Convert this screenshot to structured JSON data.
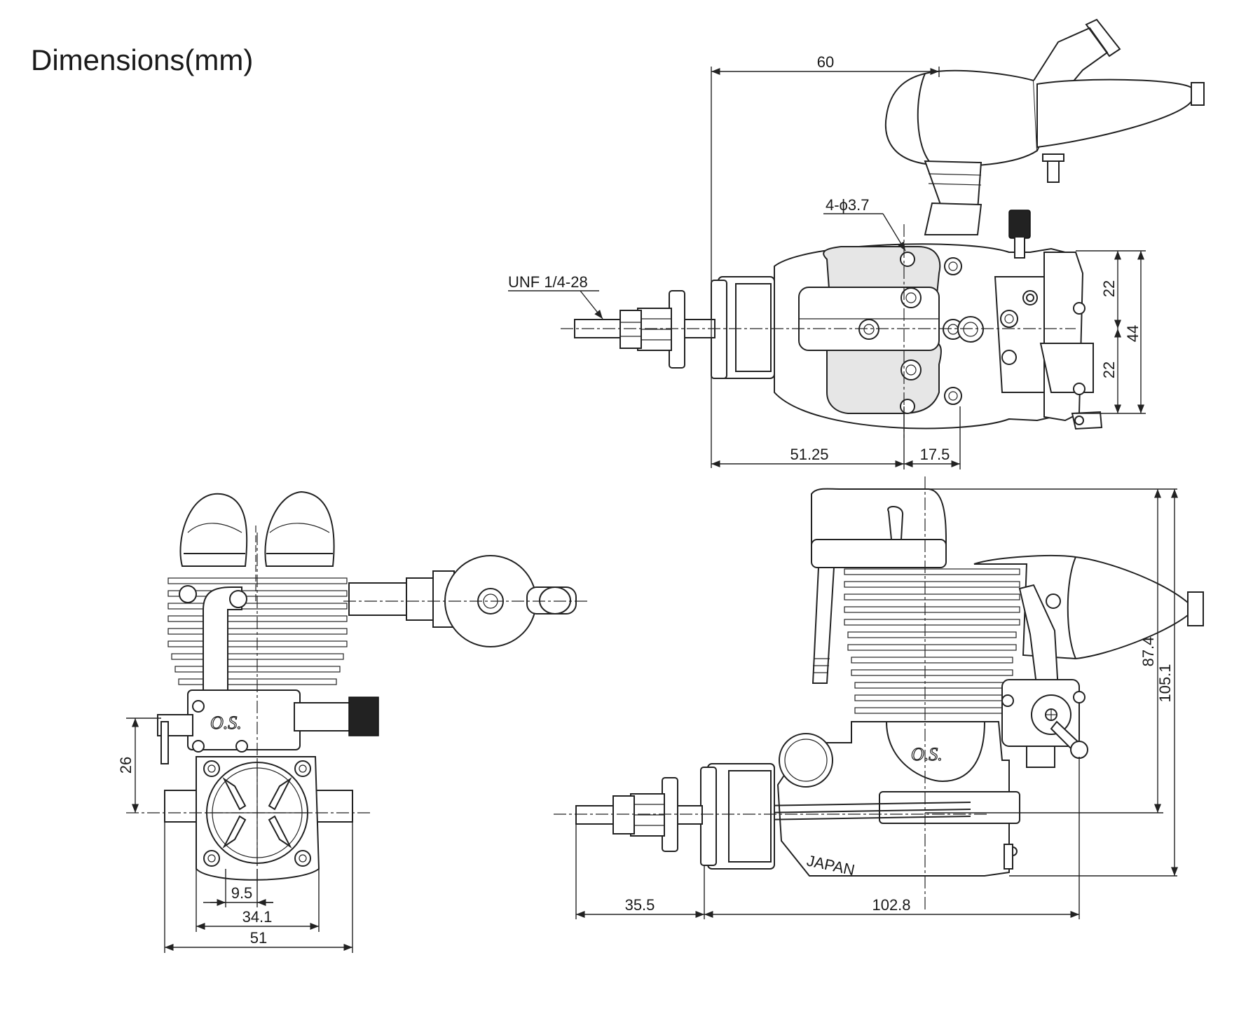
{
  "title": "Dimensions(mm)",
  "dimensions": {
    "top_width": "60",
    "mount_holes": "4-ϕ3.7",
    "thread": "UNF 1/4-28",
    "top_half_upper": "22",
    "top_half_lower": "22",
    "top_mount_span": "44",
    "top_to_holes": "51.25",
    "hole_spacing": "17.5",
    "front_offset": "9.5",
    "front_mount_width": "34.1",
    "front_total_width": "51",
    "front_crank_height": "26",
    "side_shaft": "35.5",
    "side_length": "102.8",
    "side_height_mount": "87.4",
    "side_height_total": "105.1"
  },
  "markings": {
    "brand_front": "O.S.",
    "brand_side": "O.S.",
    "origin": "JAPAN"
  }
}
